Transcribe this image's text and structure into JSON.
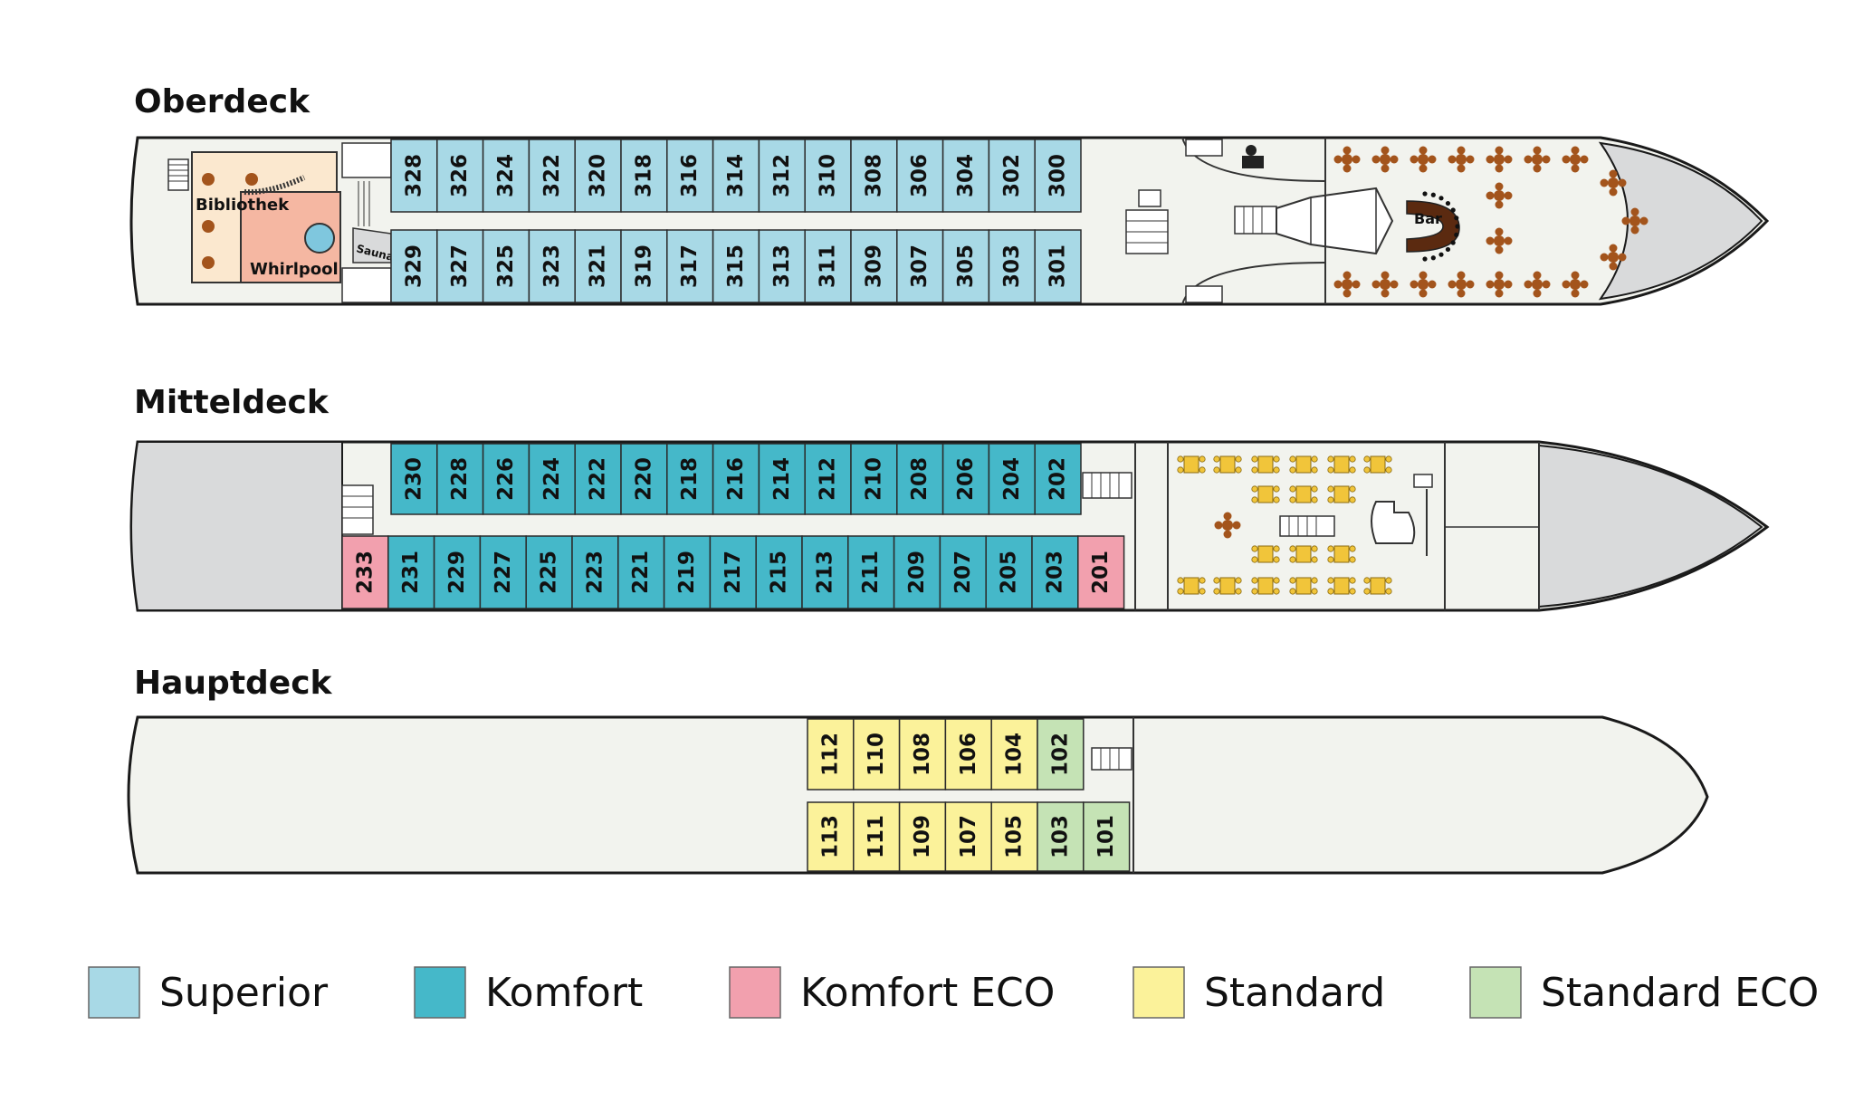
{
  "colors": {
    "superior": "#a8d9e6",
    "komfort": "#45b8c9",
    "komfort_eco": "#f2a0ae",
    "standard": "#fbf29a",
    "standard_eco": "#c5e3b5",
    "hull": "#f2f3ee",
    "gray": "#d9dadb",
    "wellness": "#f5b7a2",
    "library": "#fbe8cf",
    "furniture": "#a3541c",
    "table_yellow": "#f1c53a"
  },
  "legend": [
    {
      "key": "superior",
      "label": "Superior"
    },
    {
      "key": "komfort",
      "label": "Komfort"
    },
    {
      "key": "komfort_eco",
      "label": "Komfort ECO"
    },
    {
      "key": "standard",
      "label": "Standard"
    },
    {
      "key": "standard_eco",
      "label": "Standard ECO"
    }
  ],
  "decks": {
    "oberdeck": {
      "title": "Oberdeck",
      "category": "superior",
      "cabins_top": [
        "328",
        "326",
        "324",
        "322",
        "320",
        "318",
        "316",
        "314",
        "312",
        "310",
        "308",
        "306",
        "304",
        "302",
        "300"
      ],
      "cabins_bottom": [
        "329",
        "327",
        "325",
        "323",
        "321",
        "319",
        "317",
        "315",
        "313",
        "311",
        "309",
        "307",
        "305",
        "303",
        "301"
      ],
      "rooms": {
        "bibliothek": "Bibliothek",
        "whirlpool": "Whirlpool",
        "sauna": "Sauna",
        "bar": "Bar"
      }
    },
    "mitteldeck": {
      "title": "Mitteldeck",
      "cabins_top": [
        {
          "n": "230",
          "c": "komfort"
        },
        {
          "n": "228",
          "c": "komfort"
        },
        {
          "n": "226",
          "c": "komfort"
        },
        {
          "n": "224",
          "c": "komfort"
        },
        {
          "n": "222",
          "c": "komfort"
        },
        {
          "n": "220",
          "c": "komfort"
        },
        {
          "n": "218",
          "c": "komfort"
        },
        {
          "n": "216",
          "c": "komfort"
        },
        {
          "n": "214",
          "c": "komfort"
        },
        {
          "n": "212",
          "c": "komfort"
        },
        {
          "n": "210",
          "c": "komfort"
        },
        {
          "n": "208",
          "c": "komfort"
        },
        {
          "n": "206",
          "c": "komfort"
        },
        {
          "n": "204",
          "c": "komfort"
        },
        {
          "n": "202",
          "c": "komfort"
        }
      ],
      "cabins_bottom": [
        {
          "n": "233",
          "c": "komfort_eco"
        },
        {
          "n": "231",
          "c": "komfort"
        },
        {
          "n": "229",
          "c": "komfort"
        },
        {
          "n": "227",
          "c": "komfort"
        },
        {
          "n": "225",
          "c": "komfort"
        },
        {
          "n": "223",
          "c": "komfort"
        },
        {
          "n": "221",
          "c": "komfort"
        },
        {
          "n": "219",
          "c": "komfort"
        },
        {
          "n": "217",
          "c": "komfort"
        },
        {
          "n": "215",
          "c": "komfort"
        },
        {
          "n": "213",
          "c": "komfort"
        },
        {
          "n": "211",
          "c": "komfort"
        },
        {
          "n": "209",
          "c": "komfort"
        },
        {
          "n": "207",
          "c": "komfort"
        },
        {
          "n": "205",
          "c": "komfort"
        },
        {
          "n": "203",
          "c": "komfort"
        },
        {
          "n": "201",
          "c": "komfort_eco"
        }
      ]
    },
    "hauptdeck": {
      "title": "Hauptdeck",
      "cabins_top": [
        {
          "n": "112",
          "c": "standard"
        },
        {
          "n": "110",
          "c": "standard"
        },
        {
          "n": "108",
          "c": "standard"
        },
        {
          "n": "106",
          "c": "standard"
        },
        {
          "n": "104",
          "c": "standard"
        },
        {
          "n": "102",
          "c": "standard_eco"
        }
      ],
      "cabins_bottom": [
        {
          "n": "113",
          "c": "standard"
        },
        {
          "n": "111",
          "c": "standard"
        },
        {
          "n": "109",
          "c": "standard"
        },
        {
          "n": "107",
          "c": "standard"
        },
        {
          "n": "105",
          "c": "standard"
        },
        {
          "n": "103",
          "c": "standard_eco"
        },
        {
          "n": "101",
          "c": "standard_eco"
        }
      ]
    }
  }
}
